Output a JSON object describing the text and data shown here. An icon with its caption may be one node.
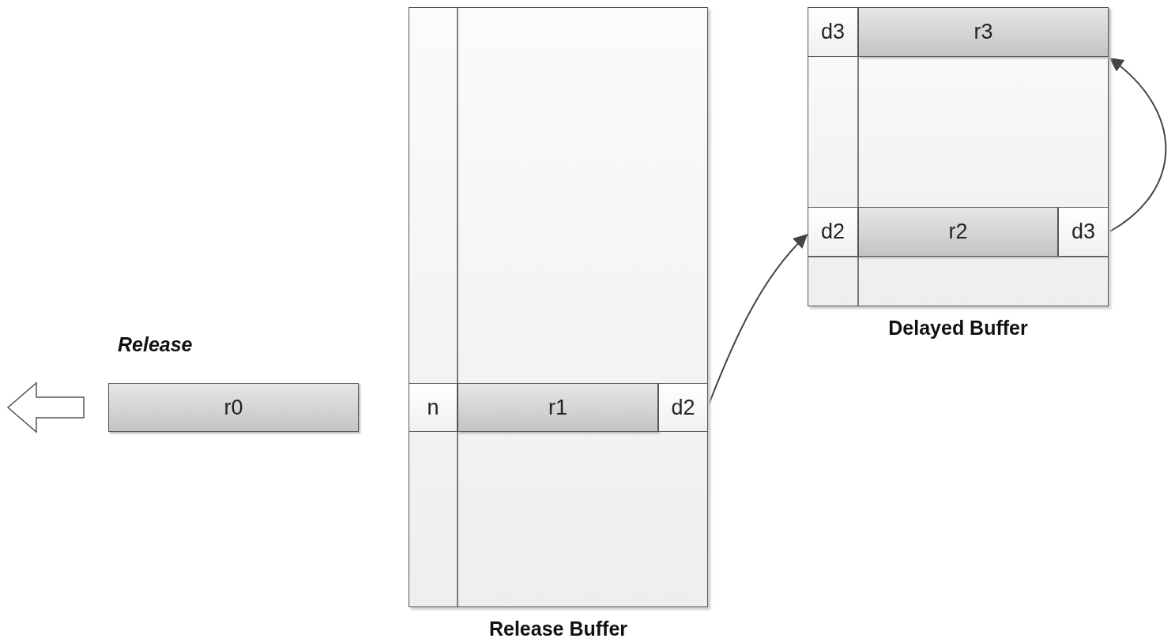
{
  "diagram": {
    "nodes": [
      {
        "text": [
          "r0"
        ]
      },
      {
        "text": [
          "Release Buffer"
        ]
      },
      {
        "text": [
          "n"
        ],
        "in": 1
      },
      {
        "text": [
          "r1"
        ],
        "in": 1
      },
      {
        "text": [
          "d2"
        ],
        "in": 1
      },
      {
        "text": [
          "Delayed Buffer"
        ]
      },
      {
        "text": [
          "d3"
        ],
        "in": 5
      },
      {
        "text": [
          "r3"
        ],
        "in": 5
      },
      {
        "text": [
          "d2"
        ],
        "in": 5
      },
      {
        "text": [
          "r2"
        ],
        "in": 5
      },
      {
        "text": [
          "d3"
        ],
        "in": 5
      }
    ],
    "edges": [
      {
        "from": 0,
        "to": null,
        "arrow": "to"
      },
      {
        "from": 4,
        "to": 8,
        "arrow": "to"
      },
      {
        "from": 10,
        "to": 7,
        "arrow": "to"
      }
    ],
    "labels": [
      "Release"
    ]
  }
}
